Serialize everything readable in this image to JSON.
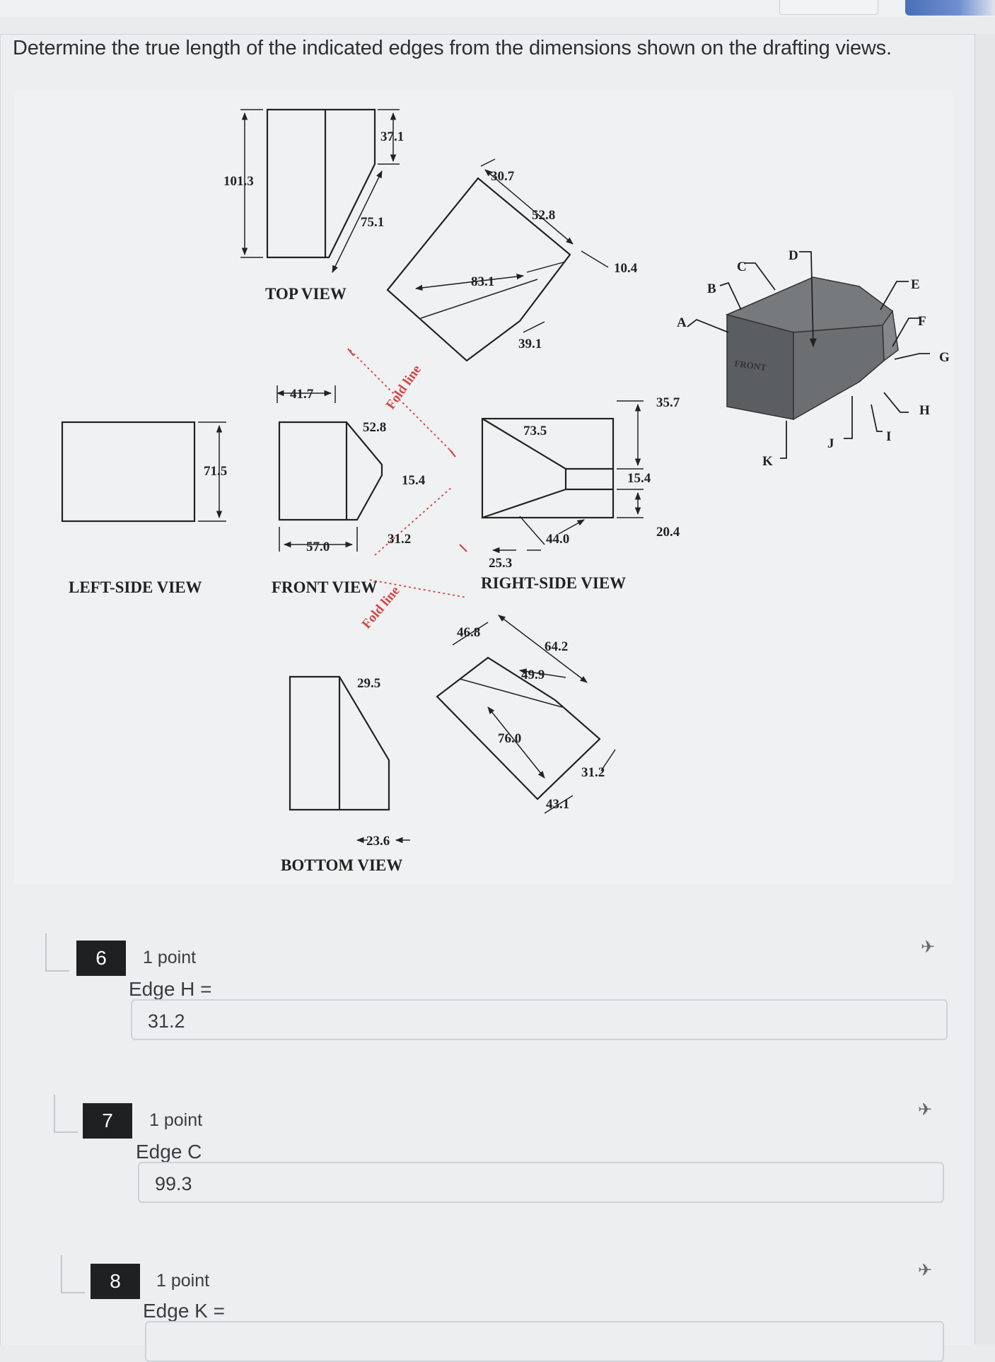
{
  "prompt": "Determine the true length of the indicated edges from the dimensions shown on the drafting views.",
  "figure": {
    "views": {
      "top": "TOP VIEW",
      "left": "LEFT-SIDE VIEW",
      "front": "FRONT VIEW",
      "right": "RIGHT-SIDE VIEW",
      "bottom": "BOTTOM VIEW"
    },
    "fold_label": "Fold line",
    "iso_front": "FRONT",
    "dims": {
      "d1013": "101.3",
      "d371": "37.1",
      "d751": "75.1",
      "d307": "30.7",
      "d528a": "52.8",
      "d104": "10.4",
      "d831": "83.1",
      "d391": "39.1",
      "d417": "41.7",
      "d528b": "52.8",
      "d154a": "15.4",
      "d715": "71.5",
      "d570": "57.0",
      "d312a": "31.2",
      "d735": "73.5",
      "d357": "35.7",
      "d154b": "15.4",
      "d204": "20.4",
      "d440": "44.0",
      "d253": "25.3",
      "d468": "46.8",
      "d642": "64.2",
      "d499": "49.9",
      "d295": "29.5",
      "d760": "76.0",
      "d312b": "31.2",
      "d431": "43.1",
      "d236": "23.6"
    },
    "edges": {
      "a": "A",
      "b": "B",
      "c": "C",
      "d": "D",
      "e": "E",
      "f": "F",
      "g": "G",
      "h": "H",
      "i": "I",
      "j": "J",
      "k": "K"
    }
  },
  "questions": [
    {
      "number": "6",
      "points": "1 point",
      "label": "Edge H =",
      "answer": "31.2"
    },
    {
      "number": "7",
      "points": "1 point",
      "label": "Edge C",
      "answer": "99.3"
    },
    {
      "number": "8",
      "points": "1 point",
      "label": "Edge K =",
      "answer": ""
    }
  ],
  "icons": {
    "pin": "pin-icon"
  }
}
